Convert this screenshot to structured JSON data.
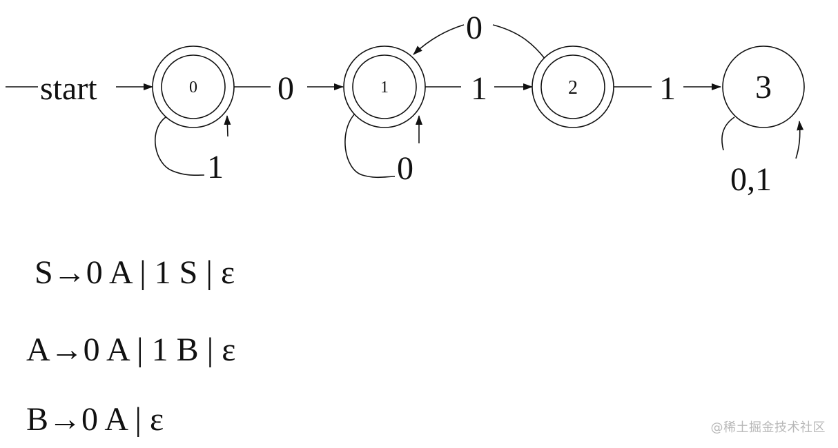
{
  "diagram": {
    "start_label": "start",
    "states": [
      {
        "id": "0",
        "label": "0",
        "accepting": true
      },
      {
        "id": "1",
        "label": "1",
        "accepting": true
      },
      {
        "id": "2",
        "label": "2",
        "accepting": true
      },
      {
        "id": "3",
        "label": "3",
        "accepting": false
      }
    ],
    "transitions": [
      {
        "from": "0",
        "to": "1",
        "label": "0"
      },
      {
        "from": "1",
        "to": "2",
        "label": "1"
      },
      {
        "from": "2",
        "to": "3",
        "label": "1"
      },
      {
        "from": "2",
        "to": "1",
        "label": "0"
      },
      {
        "from": "0",
        "to": "0",
        "label": "1"
      },
      {
        "from": "1",
        "to": "1",
        "label": "0"
      },
      {
        "from": "3",
        "to": "3",
        "label": "0,1"
      }
    ]
  },
  "grammar": [
    "S→0 A | 1 S | ε",
    "A→0 A | 1 B | ε",
    "B→0 A | ε"
  ],
  "watermark": "@稀土掘金技术社区"
}
